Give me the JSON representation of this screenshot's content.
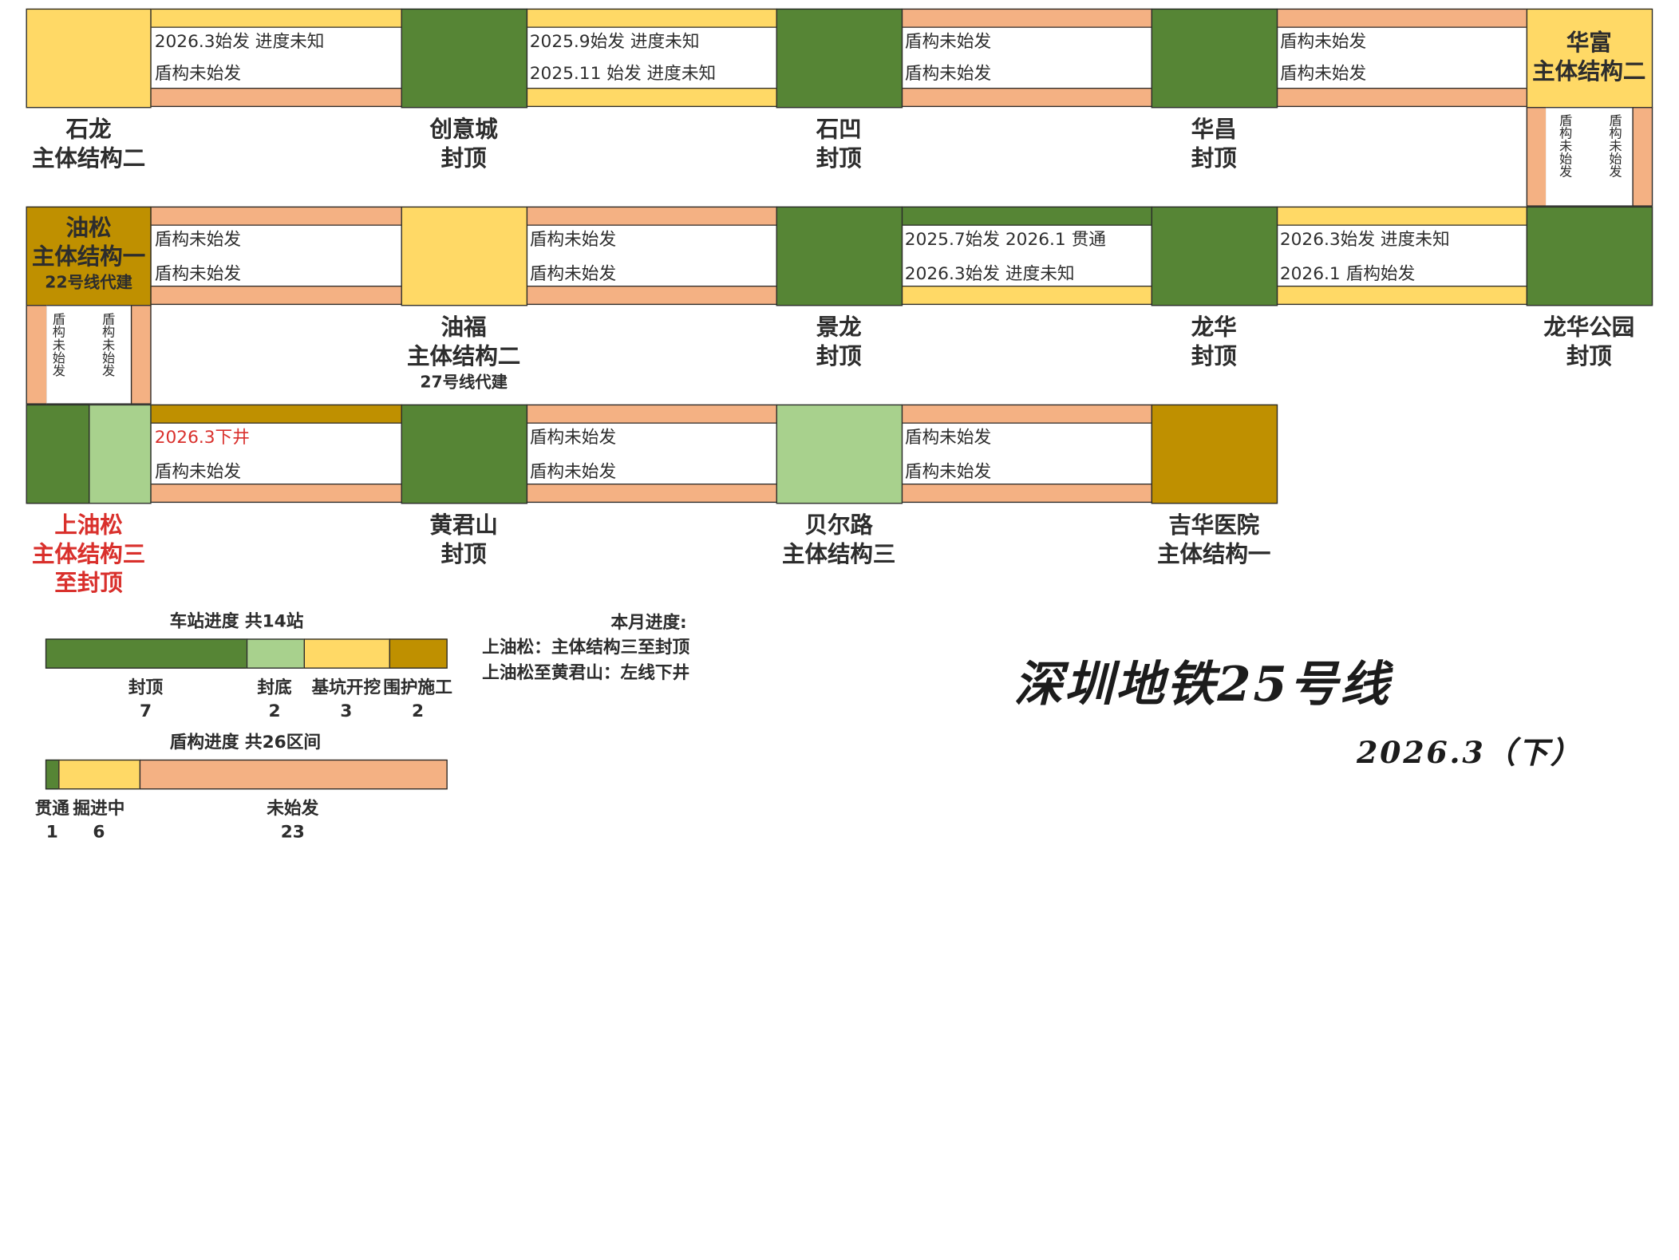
{
  "colors": {
    "dark_green": "#568535",
    "light_green": "#a8d18d",
    "yellow": "#ffd966",
    "mustard": "#bf9000",
    "salmon": "#f4b183",
    "red": "#d9302c"
  },
  "stations": [
    {
      "id": "shilong",
      "name": "石龙",
      "status": "主体结构二",
      "sub": "",
      "color": "yellow"
    },
    {
      "id": "chuangyicheng",
      "name": "创意城",
      "status": "封顶",
      "sub": "",
      "color": "dark_green"
    },
    {
      "id": "shiao",
      "name": "石凹",
      "status": "封顶",
      "sub": "",
      "color": "dark_green"
    },
    {
      "id": "huachang",
      "name": "华昌",
      "status": "封顶",
      "sub": "",
      "color": "dark_green"
    },
    {
      "id": "huafu",
      "name": "华富",
      "status": "主体结构二",
      "sub": "",
      "color": "yellow"
    },
    {
      "id": "longhuagongyuan",
      "name": "龙华公园",
      "status": "封顶",
      "sub": "",
      "color": "dark_green"
    },
    {
      "id": "longhua",
      "name": "龙华",
      "status": "封顶",
      "sub": "",
      "color": "dark_green"
    },
    {
      "id": "jinglong",
      "name": "景龙",
      "status": "封顶",
      "sub": "",
      "color": "dark_green"
    },
    {
      "id": "youfu",
      "name": "油福",
      "status": "主体结构二",
      "sub": "27号线代建",
      "color": "yellow"
    },
    {
      "id": "yousong",
      "name": "油松",
      "status": "主体结构一",
      "sub": "22号线代建",
      "color": "mustard"
    },
    {
      "id": "shangyousong",
      "name": "上油松",
      "status": "主体结构三",
      "status2": "至封顶",
      "sub": "",
      "color": "light_green"
    },
    {
      "id": "huangjunshan",
      "name": "黄君山",
      "status": "封顶",
      "sub": "",
      "color": "dark_green"
    },
    {
      "id": "beierlu",
      "name": "贝尔路",
      "status": "主体结构三",
      "sub": "",
      "color": "light_green"
    },
    {
      "id": "jihuayiyuan",
      "name": "吉华医院",
      "status": "主体结构一",
      "sub": "",
      "color": "mustard"
    }
  ],
  "sections": [
    {
      "id": "s1",
      "top_text": "2026.3始发 进度未知",
      "bottom_text": "盾构未始发",
      "top_color": "yellow",
      "bottom_color": "salmon",
      "top_red": false
    },
    {
      "id": "s2",
      "top_text": "2025.9始发 进度未知",
      "bottom_text": "2025.11 始发 进度未知",
      "top_color": "yellow",
      "bottom_color": "yellow",
      "top_red": false
    },
    {
      "id": "s3",
      "top_text": "盾构未始发",
      "bottom_text": "盾构未始发",
      "top_color": "salmon",
      "bottom_color": "salmon",
      "top_red": false
    },
    {
      "id": "s4",
      "top_text": "盾构未始发",
      "bottom_text": "盾构未始发",
      "top_color": "salmon",
      "bottom_color": "salmon",
      "top_red": false
    },
    {
      "id": "s5",
      "top_text": "盾构未始发",
      "bottom_text": "盾构未始发",
      "top_color": "salmon",
      "bottom_color": "salmon",
      "vertical": true
    },
    {
      "id": "s6",
      "top_text": "2026.3始发 进度未知",
      "bottom_text": "2026.1 盾构始发",
      "top_color": "yellow",
      "bottom_color": "yellow",
      "top_red": false
    },
    {
      "id": "s7",
      "top_text": "2025.7始发 2026.1 贯通",
      "bottom_text": "2026.3始发 进度未知",
      "top_color": "dark_green",
      "bottom_color": "yellow",
      "top_red": false
    },
    {
      "id": "s8",
      "top_text": "盾构未始发",
      "bottom_text": "盾构未始发",
      "top_color": "salmon",
      "bottom_color": "salmon",
      "top_red": false
    },
    {
      "id": "s9",
      "top_text": "盾构未始发",
      "bottom_text": "盾构未始发",
      "top_color": "salmon",
      "bottom_color": "salmon",
      "top_red": false
    },
    {
      "id": "s10",
      "top_text": "盾构未始发",
      "bottom_text": "盾构未始发",
      "top_color": "salmon",
      "bottom_color": "salmon",
      "vertical": true
    },
    {
      "id": "s11",
      "top_text": "2026.3下井",
      "bottom_text": "盾构未始发",
      "top_color": "mustard",
      "bottom_color": "salmon",
      "top_red": true
    },
    {
      "id": "s12",
      "top_text": "盾构未始发",
      "bottom_text": "盾构未始发",
      "top_color": "salmon",
      "bottom_color": "salmon",
      "top_red": false
    },
    {
      "id": "s13",
      "top_text": "盾构未始发",
      "bottom_text": "盾构未始发",
      "top_color": "salmon",
      "bottom_color": "salmon",
      "top_red": false
    }
  ],
  "legend_station": {
    "title": "车站进度 共14站",
    "items": [
      {
        "label": "封顶",
        "count": "7",
        "value": 7,
        "color": "dark_green"
      },
      {
        "label": "封底",
        "count": "2",
        "value": 2,
        "color": "light_green"
      },
      {
        "label": "基坑开挖",
        "count": "3",
        "value": 3,
        "color": "yellow"
      },
      {
        "label": "围护施工",
        "count": "2",
        "value": 2,
        "color": "mustard"
      }
    ]
  },
  "legend_shield": {
    "title": "盾构进度 共26区间",
    "items": [
      {
        "label": "贯通",
        "count": "1",
        "value": 1,
        "color": "dark_green"
      },
      {
        "label": "掘进中",
        "count": "6",
        "value": 6,
        "color": "yellow"
      },
      {
        "label": "未始发",
        "count": "23",
        "value": 23,
        "color": "salmon"
      }
    ]
  },
  "monthly": {
    "title": "本月进度:",
    "line1": "上油松：主体结构三至封顶",
    "line2": "上油松至黄君山：左线下井"
  },
  "main_title": "深圳地铁25号线",
  "date_label": "2026.3（下）"
}
